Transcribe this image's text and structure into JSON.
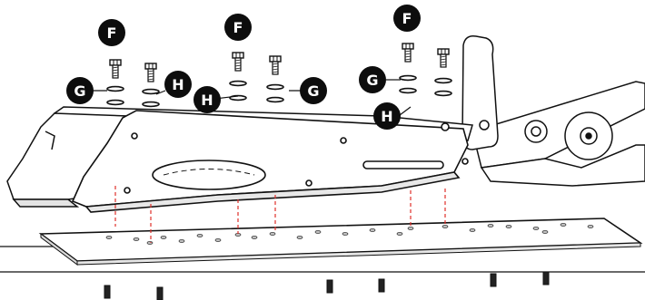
{
  "callouts": [
    {
      "id": "f1",
      "label": "F"
    },
    {
      "id": "f2",
      "label": "F"
    },
    {
      "id": "f3",
      "label": "F"
    },
    {
      "id": "g1",
      "label": "G"
    },
    {
      "id": "g2",
      "label": "G"
    },
    {
      "id": "g3",
      "label": "G"
    },
    {
      "id": "h1",
      "label": "H"
    },
    {
      "id": "h2",
      "label": "H"
    },
    {
      "id": "h3",
      "label": "H"
    }
  ],
  "colors": {
    "line": "#111111",
    "callout_fill": "#0d0d0d",
    "callout_text": "#ffffff",
    "guide_line": "#e0302a",
    "hole": "#bfbfbf"
  },
  "icons": [
    "bolt-icon",
    "washer-icon",
    "lever-icon"
  ]
}
